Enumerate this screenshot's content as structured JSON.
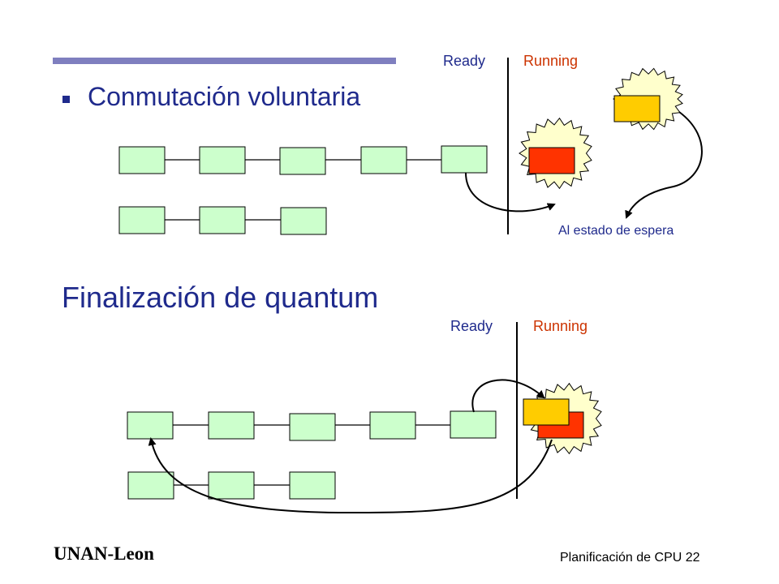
{
  "slide": {
    "bullet_title": "Conmutación voluntaria",
    "section_title": "Finalización de quantum"
  },
  "diagram_top": {
    "ready_label": "Ready",
    "running_label": "Running",
    "wait_label": "Al estado de espera",
    "queue_row1_count": 5,
    "queue_row2_count": 3
  },
  "diagram_bottom": {
    "ready_label": "Ready",
    "running_label": "Running",
    "queue_row1_count": 5,
    "queue_row2_count": 3
  },
  "footer": {
    "org": "UNAN-Leon",
    "page_label": "Planificación de CPU 22"
  },
  "colors": {
    "queue_box": "#ccffcc",
    "running_process": "#ff3300",
    "incoming_process": "#ffcc00",
    "burst_fill": "#ffffcc",
    "title_text": "#1f2a8c",
    "running_label": "#cc3300",
    "accent_bar": "#7f7fbf"
  }
}
